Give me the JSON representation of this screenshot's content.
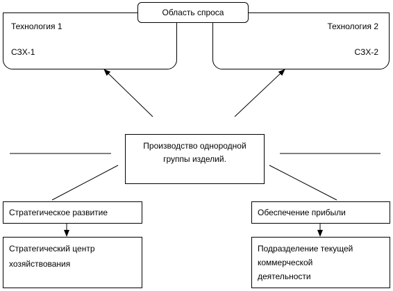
{
  "demand_area": {
    "label": "Область спроса"
  },
  "technology_left": {
    "title": "Технология 1",
    "code": "СЗХ-1"
  },
  "technology_right": {
    "title": "Технология 2",
    "code": "СЗХ-2"
  },
  "production": {
    "line1": "Производство однородной",
    "line2": "группы изделий."
  },
  "strategic_development": {
    "label": "Стратегическое развитие"
  },
  "profit_provision": {
    "label": "Обеспечение прибыли"
  },
  "strategic_center": {
    "line1": "Стратегический центр",
    "line2": "хозяйствования"
  },
  "current_division": {
    "line1": "Подразделение текущей",
    "line2": "коммерческой",
    "line3": "деятельности"
  }
}
